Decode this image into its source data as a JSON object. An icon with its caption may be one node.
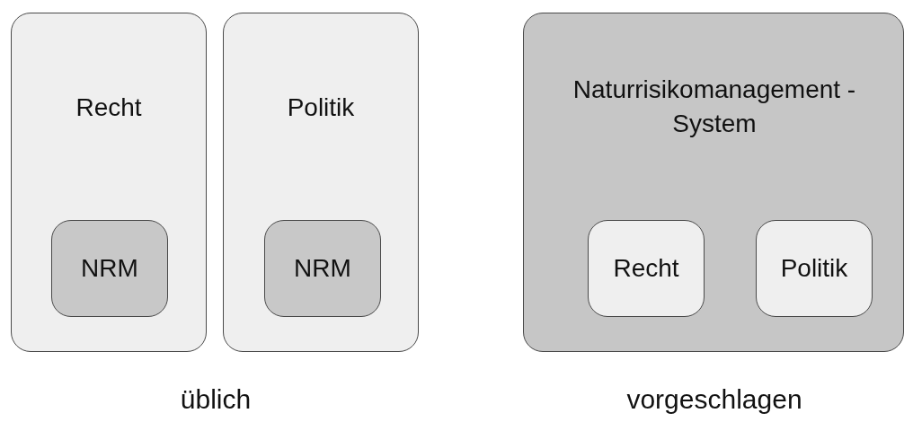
{
  "diagram": {
    "nodes": [
      {
        "text": [
          "Recht"
        ]
      },
      {
        "text": [
          "NRM"
        ],
        "in": 0
      },
      {
        "text": [
          "Politik"
        ]
      },
      {
        "text": [
          "NRM"
        ],
        "in": 2
      },
      {
        "text": [
          "Naturrisikomanagement - System"
        ]
      },
      {
        "text": [
          "Recht"
        ],
        "in": 4
      },
      {
        "text": [
          "Politik"
        ],
        "in": 4
      }
    ],
    "labels": [
      "üblich",
      "vorgeschlagen"
    ]
  }
}
